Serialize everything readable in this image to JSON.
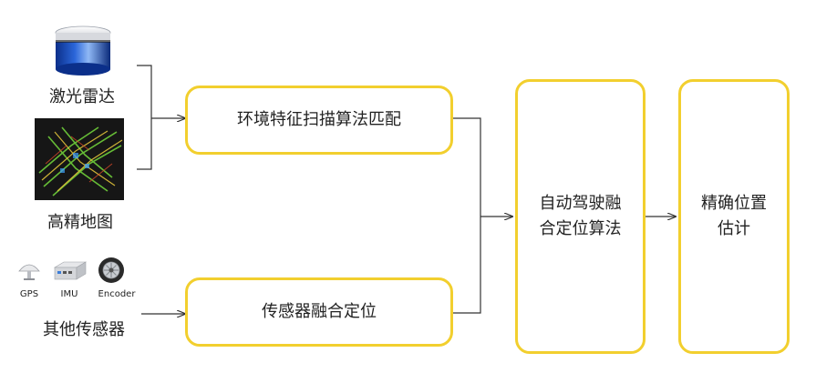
{
  "inputs": {
    "lidar": "激光雷达",
    "hd_map": "高精地图",
    "other_sensors": "其他传感器",
    "sensor_icons": [
      {
        "label": "GPS",
        "icon": "gps-antenna-icon"
      },
      {
        "label": "IMU",
        "icon": "imu-device-icon"
      },
      {
        "label": "Encoder",
        "icon": "wheel-encoder-icon"
      }
    ]
  },
  "boxes": {
    "feature_match": "环境特征扫描算法匹配",
    "sensor_fusion": "传感器融合定位",
    "fusion_algo_line1": "自动驾驶融",
    "fusion_algo_line2": "合定位算法",
    "estimate_line1": "精确位置",
    "estimate_line2": "估计"
  },
  "colors": {
    "box_border": "#f2cf2e",
    "line": "#333333"
  }
}
